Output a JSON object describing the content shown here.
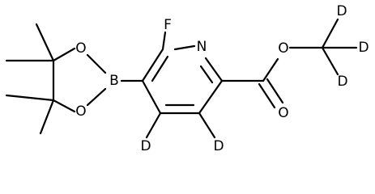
{
  "molecule": {
    "atom_labels": {
      "fluorine": "F",
      "ring_nitrogen": "N",
      "boron": "B",
      "dioxaborolane_oxygen_top": "O",
      "dioxaborolane_oxygen_bottom": "O",
      "ester_oxygen_single": "O",
      "carbonyl_oxygen": "O",
      "deuterium_ring_c4": "D",
      "deuterium_ring_c3": "D",
      "deuterium_methyl_1": "D",
      "deuterium_methyl_2": "D",
      "deuterium_methyl_3": "D"
    },
    "colors": {
      "bond": "#000000",
      "label": "#000000",
      "background": "#ffffff"
    }
  }
}
